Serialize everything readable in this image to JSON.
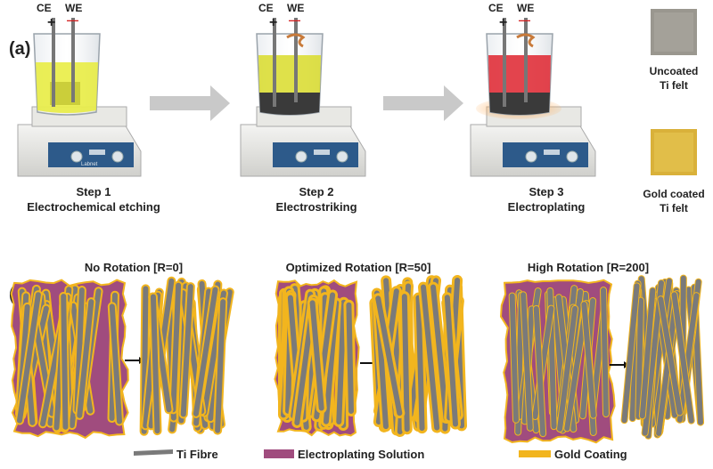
{
  "panel_a": {
    "label": "(a)",
    "steps": [
      {
        "title": "Step 1",
        "subtitle": "Electrochemical etching",
        "solution_color": "#e8ec3a",
        "ce_label": "CE",
        "we_label": "WE",
        "ce_sign": "+",
        "we_sign": "—",
        "device_label": "Labnet"
      },
      {
        "title": "Step 2",
        "subtitle": "Electrostriking",
        "solution_color": "#d9dc2a",
        "ce_label": "CE",
        "we_label": "WE",
        "ce_sign": "+",
        "we_sign": "—",
        "device_label": ""
      },
      {
        "title": "Step 3",
        "subtitle": "Electroplating",
        "solution_color": "#e0303a",
        "ce_label": "CE",
        "we_label": "WE",
        "ce_sign": "+",
        "we_sign": "—",
        "device_label": ""
      }
    ],
    "felts": [
      {
        "label_line1": "Uncoated",
        "label_line2": "Ti felt",
        "color": "#9a978f"
      },
      {
        "label_line1": "Gold coated",
        "label_line2": "Ti felt",
        "color": "#d9b13a"
      }
    ]
  },
  "panel_b": {
    "label": "(b)",
    "conditions": [
      {
        "title": "No Rotation [R=0]"
      },
      {
        "title": "Optimized Rotation [R=50]"
      },
      {
        "title": "High Rotation [R=200]"
      }
    ],
    "legend": [
      {
        "label": "Ti Fibre",
        "color": "#7a7a7a"
      },
      {
        "label": "Electroplating Solution",
        "color": "#a04c7e"
      },
      {
        "label": "Gold Coating",
        "color": "#f2b51e"
      }
    ]
  },
  "colors": {
    "arrow": "#c8c8c8",
    "fibre": "#7a7a7a",
    "solution": "#a04c7e",
    "gold": "#f2b51e"
  }
}
